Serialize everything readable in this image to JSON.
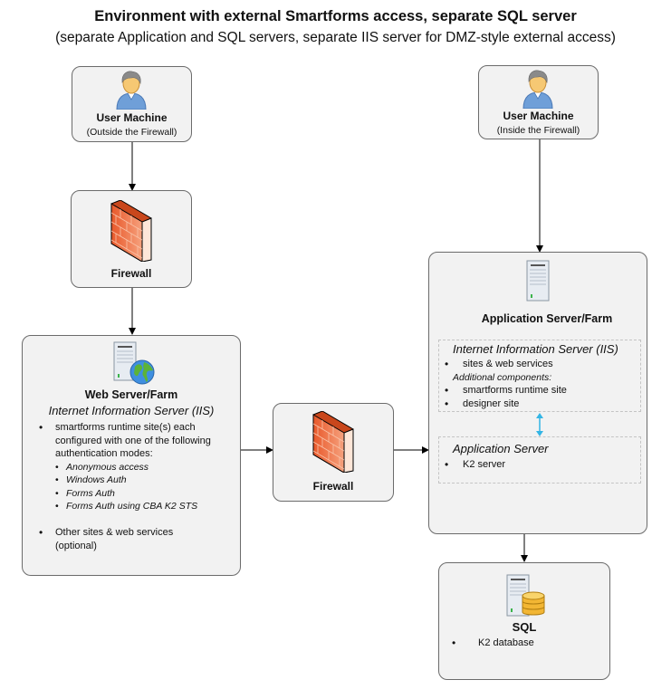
{
  "title": "Environment with external Smartforms access, separate SQL server",
  "subtitle": "(separate Application and SQL servers, separate IIS server for DMZ-style external access)",
  "nodes": {
    "user_outside": {
      "icon": "user-icon",
      "label": "User Machine",
      "sublabel": "(Outside the Firewall)"
    },
    "user_inside": {
      "icon": "user-icon",
      "label": "User Machine",
      "sublabel": "(Inside the Firewall)"
    },
    "firewall_top": {
      "icon": "firewall-icon",
      "label": "Firewall"
    },
    "firewall_middle": {
      "icon": "firewall-icon",
      "label": "Firewall"
    },
    "web_server": {
      "icon": "web-server-icon",
      "label": "Web Server/Farm",
      "iis_heading": "Internet Information Server (IIS)",
      "items": [
        {
          "text": "smartforms runtime site(s) each configured with one of the following authentication modes:",
          "subitems": [
            "Anonymous access",
            "Windows Auth",
            "Forms Auth",
            "Forms Auth using CBA K2 STS"
          ]
        },
        {
          "text": "Other sites  & web services (optional)"
        }
      ]
    },
    "app_server": {
      "icon": "server-icon",
      "label": "Application Server/Farm",
      "iis": {
        "heading": "Internet Information Server (IIS)",
        "items": [
          "sites  & web services"
        ],
        "additional_heading": "Additional components:",
        "additional_items": [
          "smartforms runtime site",
          "designer site"
        ]
      },
      "app": {
        "heading": "Application Server",
        "items": [
          "K2 server"
        ]
      }
    },
    "sql": {
      "icon": "database-server-icon",
      "label": "SQL",
      "items": [
        "K2 database"
      ]
    }
  },
  "colors": {
    "box_fill": "#f2f2f2",
    "box_border": "#6b6b6b",
    "connector": "#000000",
    "bidirectional_arrow": "#33b5e5",
    "firewall": "#f0673a"
  }
}
